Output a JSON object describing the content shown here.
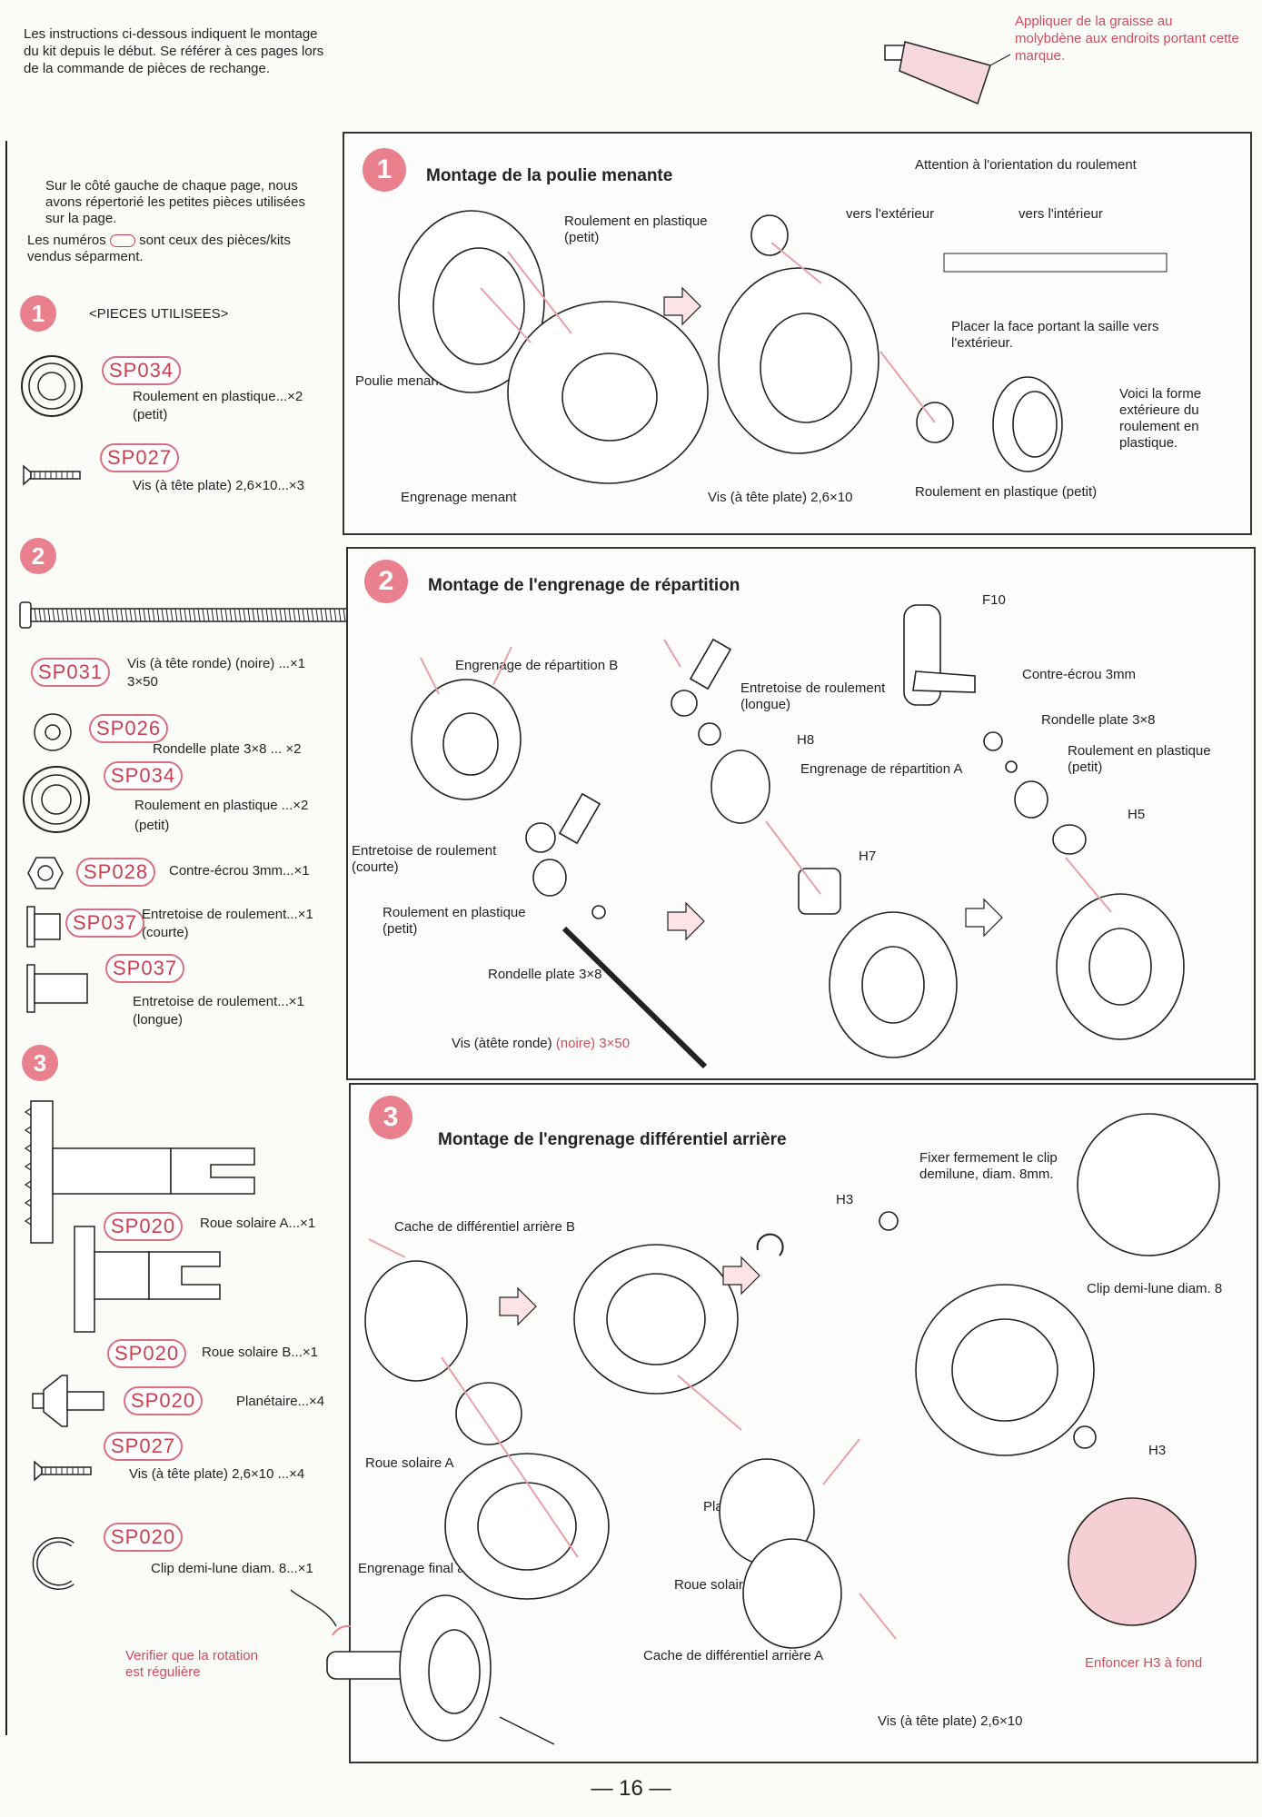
{
  "header": {
    "intro": "Les instructions ci-dessous indiquent le montage du kit depuis le début. Se référer à ces pages lors de la commande de pièces de rechange.",
    "grease_note": "Appliquer de la graisse au molybdène aux endroits portant cette marque."
  },
  "parts_list": {
    "note1": "Sur le côté gauche de chaque page, nous avons répertorié les petites pièces utilisées sur la page.",
    "note2_before": "Les numéros",
    "note2_after": "sont ceux des pièces/kits vendus séparment.",
    "heading": "<PIECES UTILISEES>",
    "step1": {
      "num": "1",
      "items": [
        {
          "code": "SP034",
          "desc": "Roulement en plastique...×2",
          "desc2": "(petit)"
        },
        {
          "code": "SP027",
          "desc": "Vis (à tête plate) 2,6×10...×3"
        }
      ]
    },
    "step2": {
      "num": "2",
      "items": [
        {
          "code": "SP031",
          "desc": "Vis (à tête ronde) (noire) ...×1",
          "desc2": "3×50"
        },
        {
          "code": "SP026",
          "desc": "Rondelle plate 3×8 ... ×2"
        },
        {
          "code": "SP034",
          "desc": "Roulement en plastique ...×2",
          "desc2": "(petit)"
        },
        {
          "code": "SP028",
          "desc": "Contre-écrou 3mm...×1"
        },
        {
          "code": "SP037",
          "desc": "Entretoise de roulement...×1",
          "desc2": "(courte)"
        },
        {
          "code": "SP037",
          "desc": "Entretoise de roulement...×1",
          "desc2": "(longue)"
        }
      ]
    },
    "step3": {
      "num": "3",
      "items": [
        {
          "code": "SP020",
          "desc": "Roue solaire A...×1"
        },
        {
          "code": "SP020",
          "desc": "Roue solaire B...×1"
        },
        {
          "code": "SP020",
          "desc": "Planétaire...×4"
        },
        {
          "code": "SP027",
          "desc": "Vis (à tête plate) 2,6×10 ...×4"
        },
        {
          "code": "SP020",
          "desc": "Clip demi-lune diam. 8...×1"
        }
      ]
    }
  },
  "step1": {
    "num": "1",
    "title": "Montage de la poulie menante",
    "attention": "Attention à l'orientation du roulement",
    "outside": "vers l'extérieur",
    "inside": "vers l'intérieur",
    "face_note": "Placer la face portant la saille vers l'extérieur.",
    "shape_note": "Voici la forme extérieure du roulement en plastique.",
    "bearing_top": "Roulement en plastique (petit)",
    "pulley": "Poulie menante",
    "gear": "Engrenage menant",
    "screw": "Vis (à tête plate) 2,6×10",
    "bearing_bottom": "Roulement en plastique (petit)"
  },
  "step2": {
    "num": "2",
    "title": "Montage de l'engrenage de répartition",
    "gear_b": "Engrenage de répartition B",
    "spacer_long": "Entretoise de roulement (longue)",
    "h8": "H8",
    "gear_a": "Engrenage de répartition A",
    "h7": "H7",
    "f10": "F10",
    "nut": "Contre-écrou 3mm",
    "washer_r": "Rondelle plate 3×8",
    "bearing_r": "Roulement en plastique (petit)",
    "h5": "H5",
    "spacer_short": "Entretoise de roulement (courte)",
    "bearing_l": "Roulement en plastique (petit)",
    "washer_l": "Rondelle plate 3×8",
    "screw_prefix": "Vis (àtête ronde)",
    "screw_suffix": "(noire) 3×50"
  },
  "step3": {
    "num": "3",
    "title": "Montage de l'engrenage différentiel arrière",
    "cover_b": "Cache de différentiel arrière B",
    "clip_fix": "Fixer fermement le clip demilune, diam. 8mm.",
    "h3_top": "H3",
    "clip": "Clip demi-lune diam. 8",
    "h3_bottom": "H3",
    "sun_a": "Roue solaire A",
    "final_gear": "Engrenage final arrière",
    "planet": "Placétaire",
    "sun_b": "Roue solaire B",
    "cover_a": "Cache de différentiel arrière A",
    "screw": "Vis (à tête plate) 2,6×10",
    "push_h3": "Enfoncer H3 à fond",
    "check_rotation": "Verifier que la rotation est régulière"
  },
  "footer": {
    "page": "— 16 —"
  },
  "colors": {
    "accent": "#e8808e",
    "ink": "#222222",
    "arrow": "#e8a0aa"
  }
}
